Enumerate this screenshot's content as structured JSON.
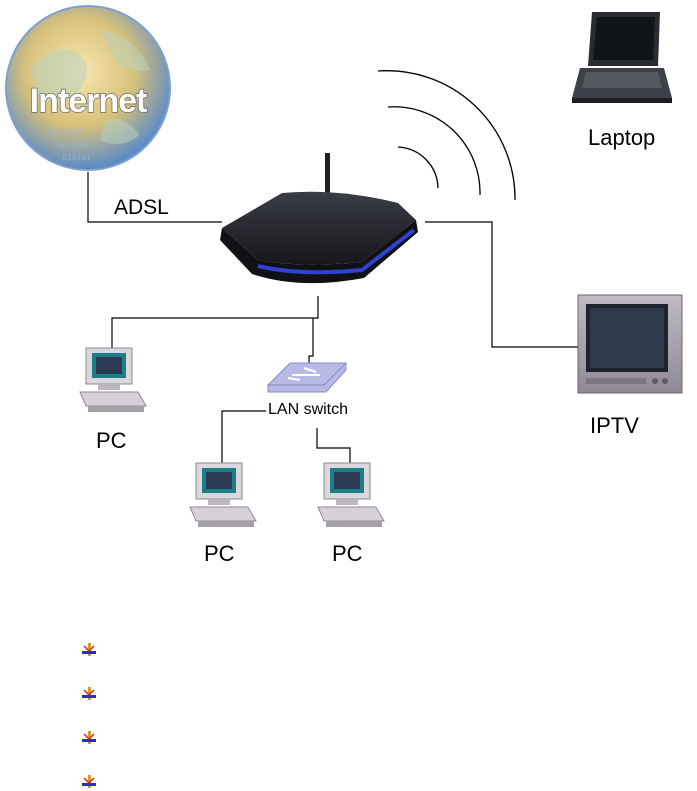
{
  "diagram": {
    "labels": {
      "internet": "Internet",
      "adsl": "ADSL",
      "laptop": "Laptop",
      "iptv": "IPTV",
      "lan_switch": "LAN switch",
      "pc_left": "PC",
      "pc_bottom_left": "PC",
      "pc_bottom_right": "PC"
    }
  },
  "colors": {
    "globe": "#d8c27a",
    "globe_edge": "#5a8ac8",
    "router_body": "#24262c",
    "router_light": "#2c3cd8",
    "switch": "#b9b9e6",
    "lines": "#000000"
  },
  "bullets": {
    "count": 4,
    "icon": "arrow-plus-bullet-icon"
  }
}
